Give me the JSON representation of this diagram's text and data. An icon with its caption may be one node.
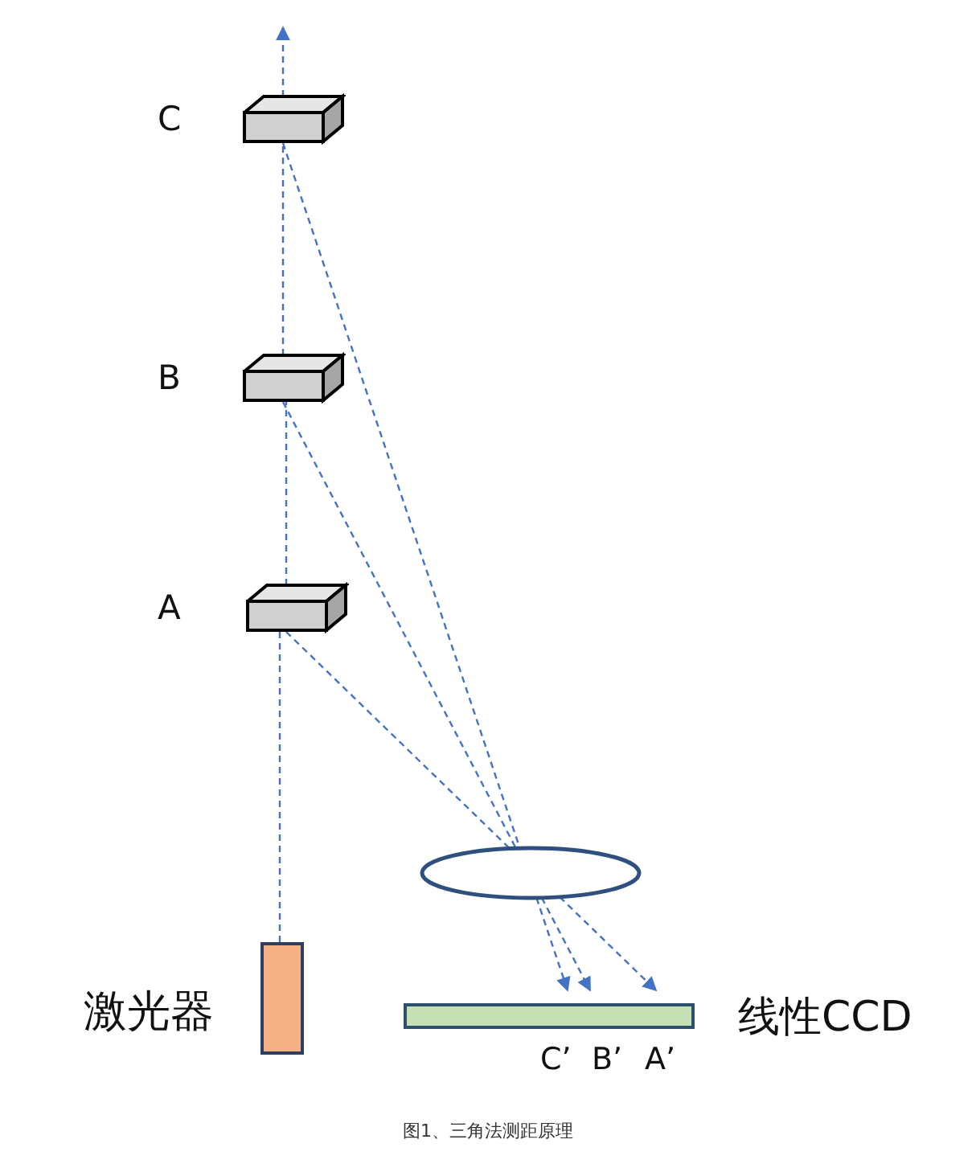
{
  "diagram": {
    "caption": "图1、三角法测距原理",
    "nodes": [
      {
        "text": [
          "C"
        ]
      },
      {
        "text": [
          "B"
        ]
      },
      {
        "text": [
          "A"
        ]
      },
      {
        "text": [],
        "shape": "ellipse"
      },
      {
        "text": [
          "激光器"
        ]
      },
      {
        "text": [
          "线性CCD"
        ],
        "beside": [
          "C’",
          "B’",
          "A’"
        ]
      }
    ],
    "edges": [
      {
        "from": 4,
        "to": 2,
        "arrow": "none",
        "style": "dashed"
      },
      {
        "from": 2,
        "to": 1,
        "arrow": "none",
        "style": "dashed"
      },
      {
        "from": 1,
        "to": 0,
        "arrow": "none",
        "style": "dashed"
      },
      {
        "from": 0,
        "to": null,
        "arrow": "to",
        "style": "dashed"
      },
      {
        "from": 2,
        "to": 3,
        "arrow": "none",
        "style": "dashed"
      },
      {
        "from": 1,
        "to": 3,
        "arrow": "none",
        "style": "dashed"
      },
      {
        "from": 0,
        "to": 3,
        "arrow": "none",
        "style": "dashed"
      },
      {
        "from": 3,
        "to": 5,
        "arrow": "to",
        "style": "dashed"
      },
      {
        "from": 3,
        "to": 5,
        "arrow": "to",
        "style": "dashed"
      },
      {
        "from": 3,
        "to": 5,
        "arrow": "to",
        "style": "dashed"
      }
    ]
  }
}
